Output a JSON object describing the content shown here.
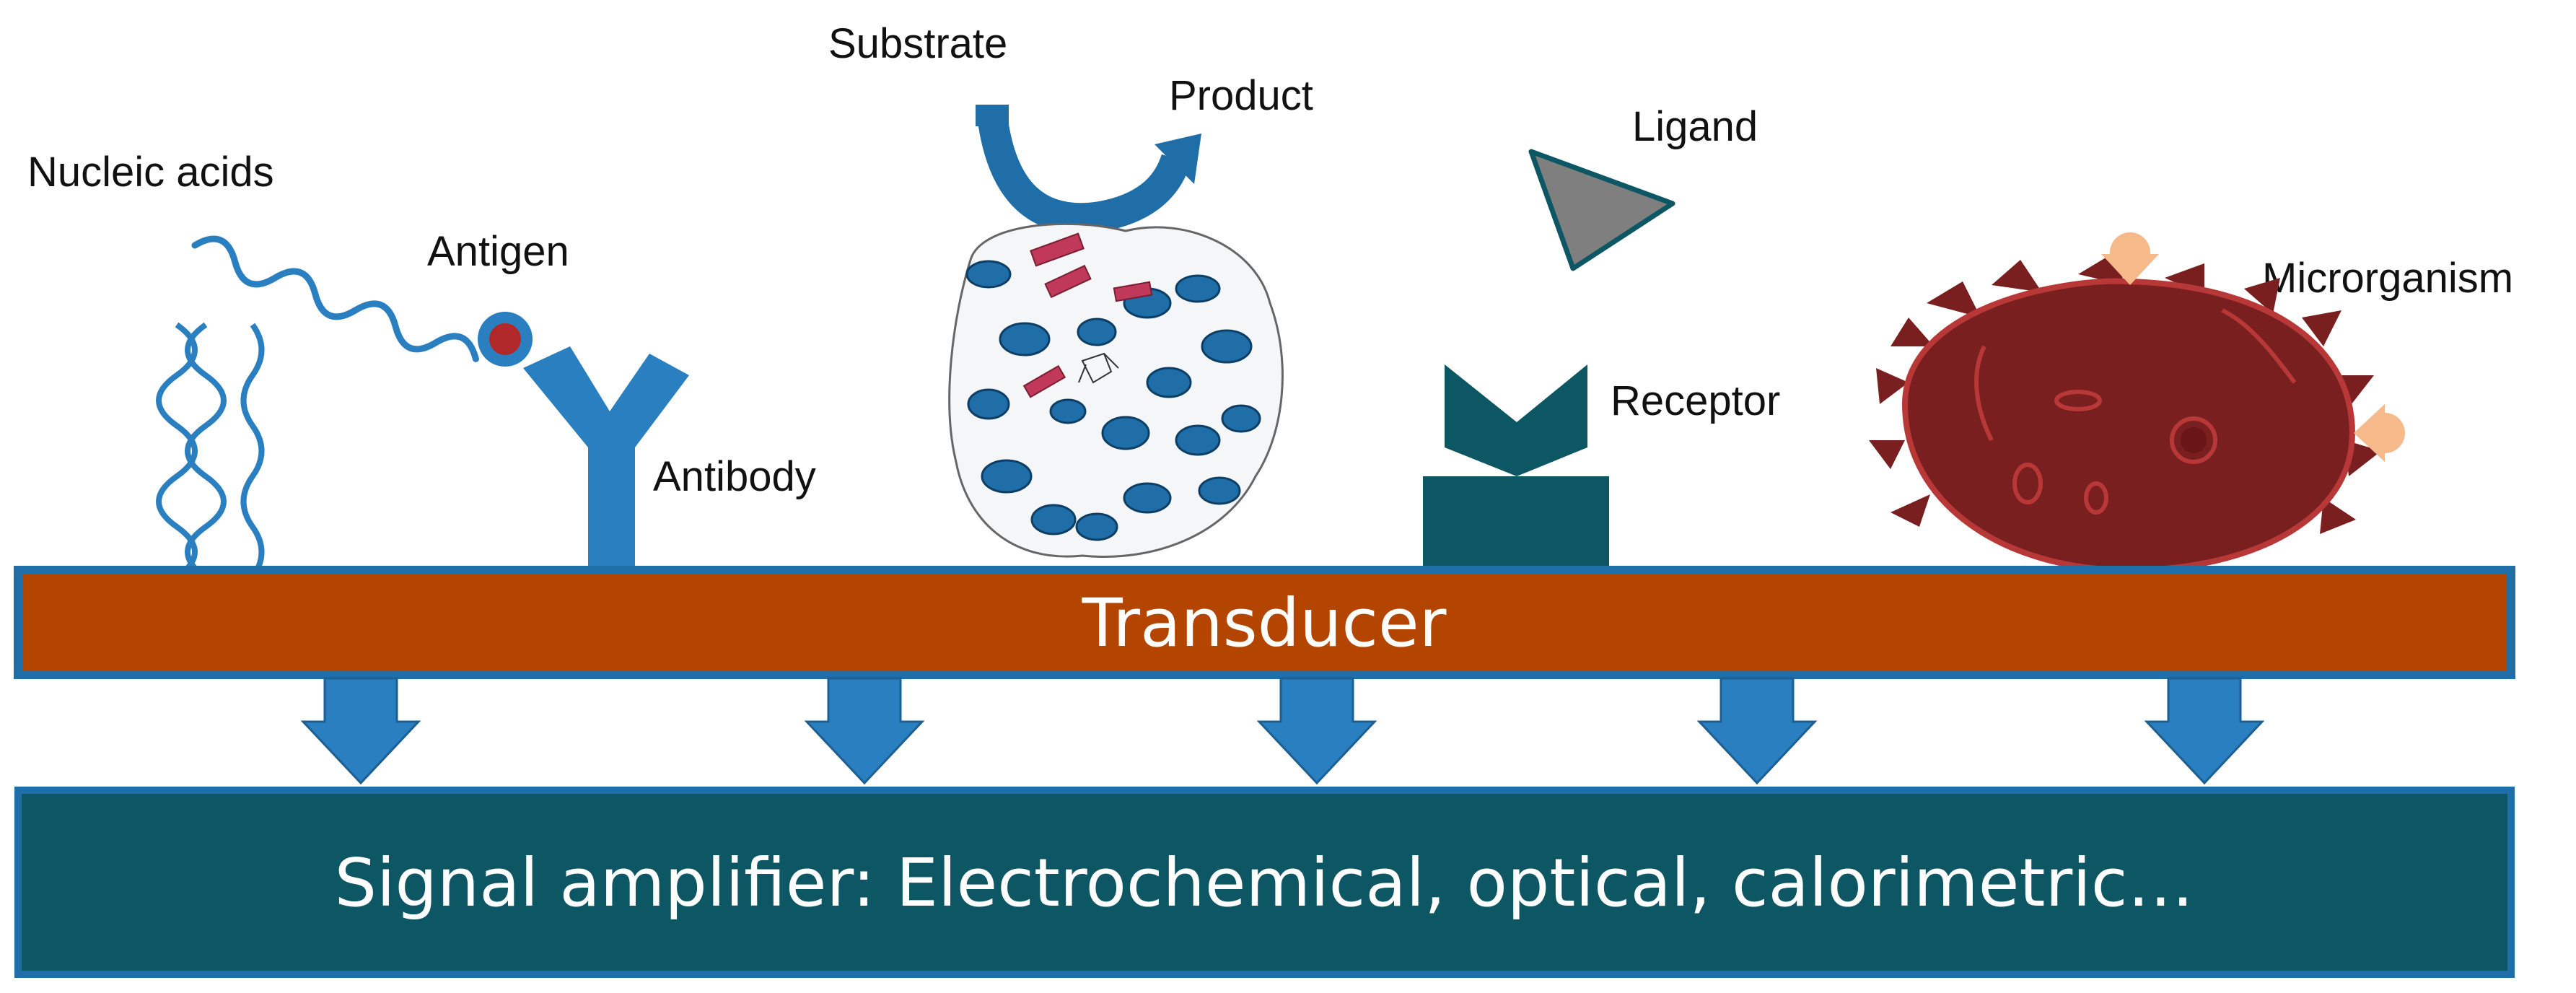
{
  "labels": {
    "nucleic_acids": "Nucleic acids",
    "antigen": "Antigen",
    "antibody": "Antibody",
    "substrate": "Substrate",
    "product": "Product",
    "ligand": "Ligand",
    "receptor": "Receptor",
    "microrganism": "Microrganism"
  },
  "transducer": {
    "label": "Transducer"
  },
  "amplifier": {
    "label": "Signal amplifier: Electrochemical, optical, calorimetric…"
  },
  "colors": {
    "transducer_fill": "#b34500",
    "transducer_border": "#1f6ea8",
    "amplifier_fill": "#0d5663",
    "arrow": "#2a7fc0",
    "bio_blue": "#2a7fc0",
    "receptor": "#0d5663",
    "microorganism": "#7a1f1f",
    "ligand": "#7f7f7f"
  }
}
